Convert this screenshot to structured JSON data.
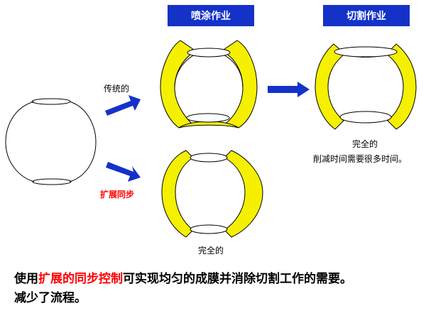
{
  "headers": {
    "spray": "喷涂作业",
    "cut": "切割作业"
  },
  "labels": {
    "traditional": "传统的",
    "extended": "扩展同步",
    "complete_bottom": "完全的",
    "complete_right": "完全的",
    "reduce_time": "削减时间需要很多时间。"
  },
  "caption": {
    "line1_pre": "使用",
    "line1_highlight": "扩展的同步控制",
    "line1_post": "可实现均匀的成膜并消除切割工作的需要。",
    "line2": "减少了流程。"
  },
  "colors": {
    "film": "#f5f000",
    "arrow": "#1432c8",
    "header_bg": "#1432c8",
    "highlight": "#ff0000"
  }
}
